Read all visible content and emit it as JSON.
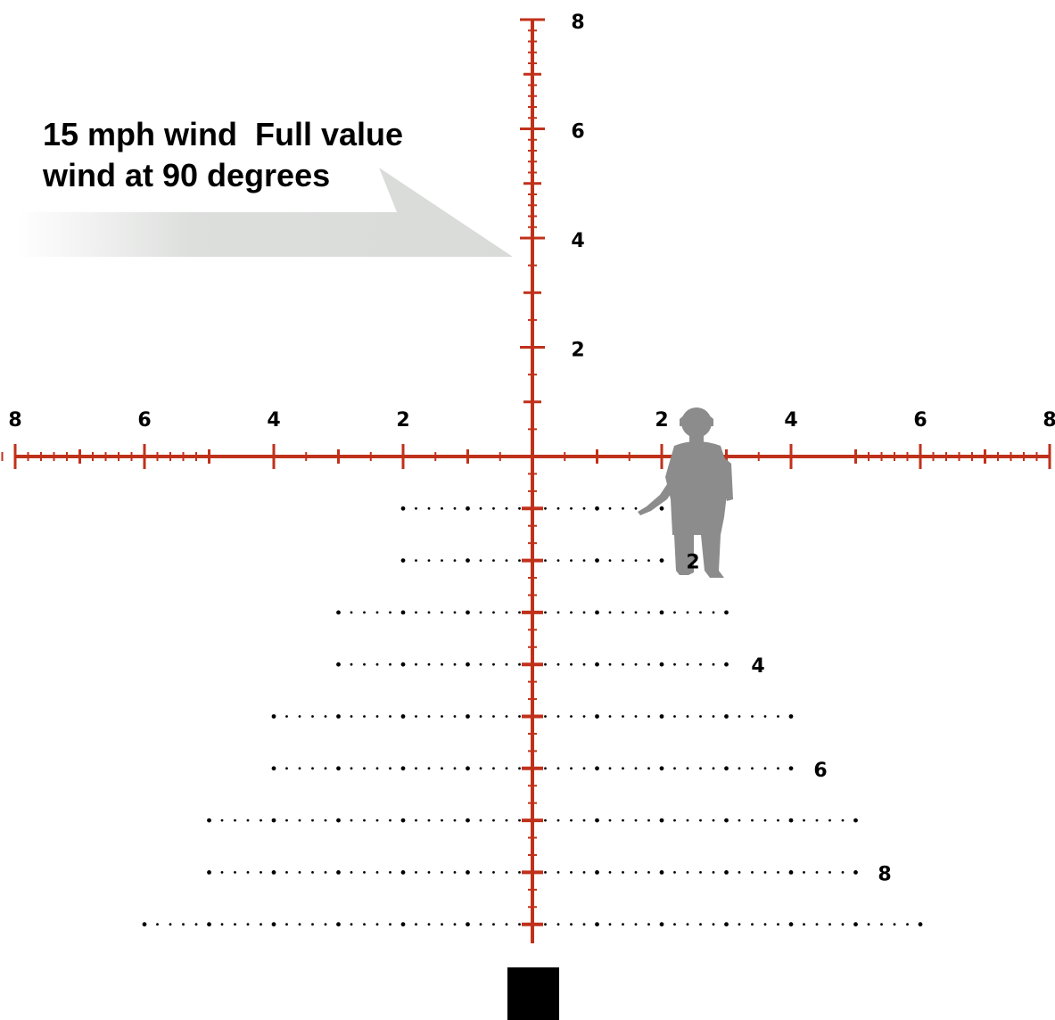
{
  "annotation": {
    "line1": "15 mph wind  Full value",
    "line2": "wind at 90 degrees"
  },
  "reticle": {
    "color": "#c0311b",
    "horizontal_labels": [
      "8",
      "6",
      "4",
      "2",
      "2",
      "4",
      "6",
      "8"
    ],
    "vertical_labels": [
      "8",
      "6",
      "4",
      "2"
    ],
    "holdover_labels": [
      "2",
      "4",
      "6",
      "8"
    ]
  },
  "wind_arrow": {
    "color": "#d9dbd9",
    "direction": "left-to-right"
  },
  "target": {
    "icon": "soldier-silhouette-icon",
    "color": "#8c8c8c"
  }
}
